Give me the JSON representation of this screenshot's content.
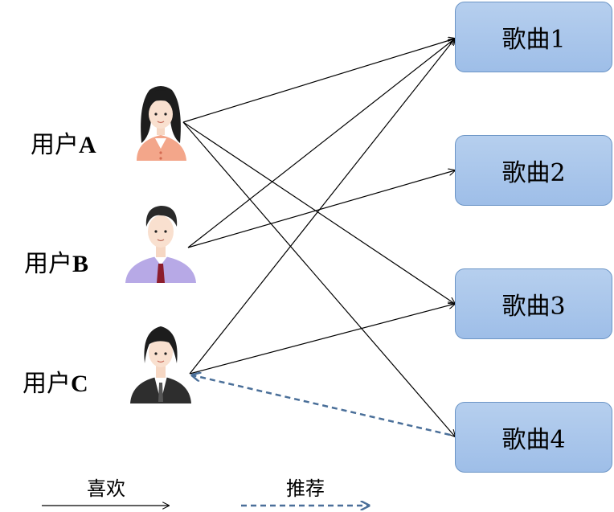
{
  "users": [
    {
      "id": "A",
      "prefix": "用户",
      "letter": "A"
    },
    {
      "id": "B",
      "prefix": "用户",
      "letter": "B"
    },
    {
      "id": "C",
      "prefix": "用户",
      "letter": "C"
    }
  ],
  "songs": [
    "歌曲1",
    "歌曲2",
    "歌曲3",
    "歌曲4"
  ],
  "edges": {
    "like": [
      {
        "from": "A",
        "to": "歌曲1"
      },
      {
        "from": "A",
        "to": "歌曲3"
      },
      {
        "from": "A",
        "to": "歌曲4"
      },
      {
        "from": "B",
        "to": "歌曲1"
      },
      {
        "from": "B",
        "to": "歌曲2"
      },
      {
        "from": "C",
        "to": "歌曲1"
      },
      {
        "from": "C",
        "to": "歌曲3"
      }
    ],
    "recommend": [
      {
        "from": "歌曲4",
        "to": "C"
      }
    ]
  },
  "legend": {
    "like_label": "喜欢",
    "recommend_label": "推荐"
  },
  "colors": {
    "like_line": "#000000",
    "recommend_line": "#4a6f99",
    "song_fill": "#a8c6ec",
    "song_border": "#6c95c6"
  },
  "icons": {
    "user_a": "woman-long-hair-avatar-icon",
    "user_b": "man-tie-avatar-icon",
    "user_c": "woman-suit-avatar-icon"
  }
}
